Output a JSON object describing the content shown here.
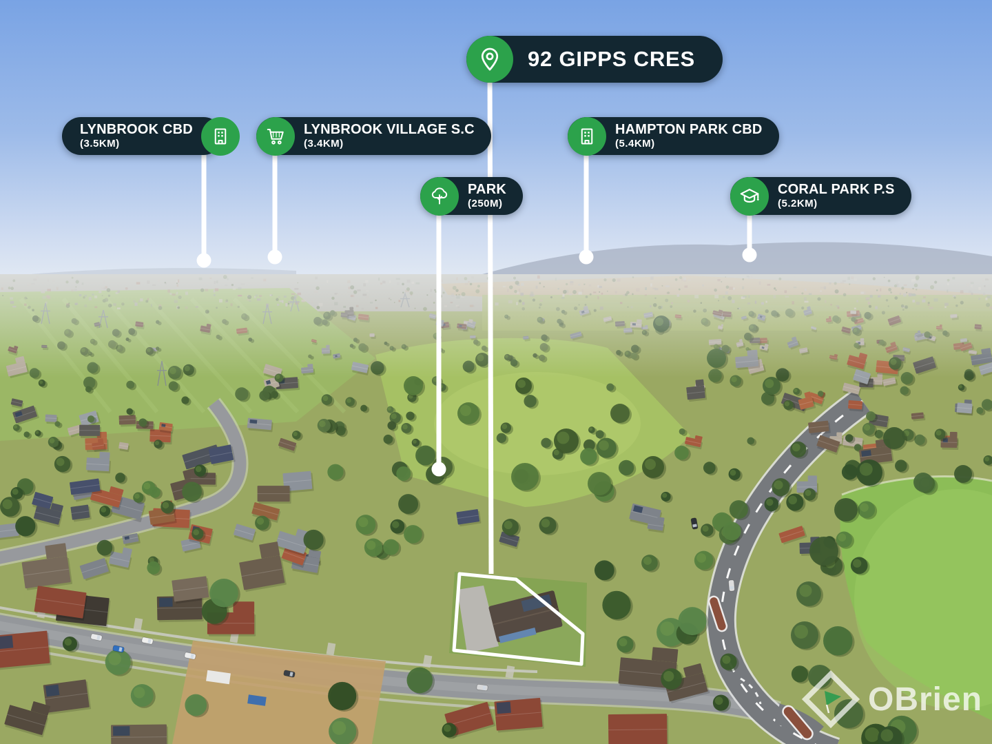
{
  "property_label": {
    "title": "92 GIPPS CRES",
    "icon": "location-pin-icon"
  },
  "callouts": [
    {
      "id": "lynbrook-cbd",
      "title": "LYNBROOK CBD",
      "distance": "(3.5KM)",
      "icon": "building-icon",
      "icon_side": "right"
    },
    {
      "id": "lynbrook-village-sc",
      "title": "LYNBROOK VILLAGE S.C",
      "distance": "(3.4KM)",
      "icon": "cart-icon",
      "icon_side": "left"
    },
    {
      "id": "hampton-park-cbd",
      "title": "HAMPTON PARK CBD",
      "distance": "(5.4KM)",
      "icon": "building-icon",
      "icon_side": "left"
    },
    {
      "id": "park",
      "title": "PARK",
      "distance": "(250M)",
      "icon": "tree-icon",
      "icon_side": "left"
    },
    {
      "id": "coral-park-ps",
      "title": "CORAL PARK P.S",
      "distance": "(5.2KM)",
      "icon": "graduation-cap-icon",
      "icon_side": "left"
    }
  ],
  "watermark": {
    "brand": "OBrien"
  },
  "colors": {
    "badge_background": "#132731",
    "marker_green": "#2ca24b",
    "badge_text": "#ffffff",
    "connector_white": "#ffffff"
  }
}
